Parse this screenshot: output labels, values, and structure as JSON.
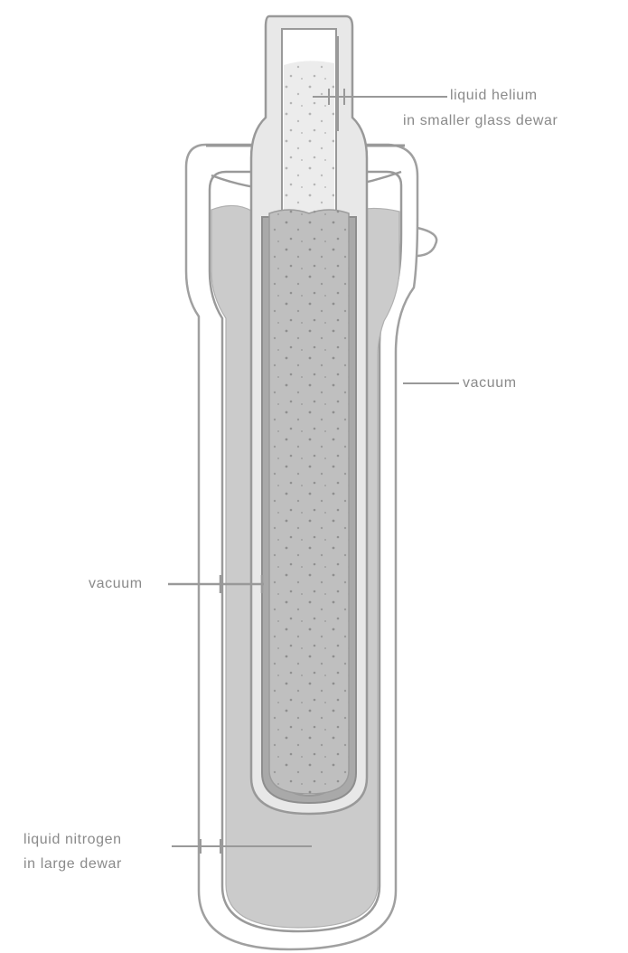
{
  "labels": {
    "liquid_helium": [
      "liquid helium",
      "in smaller glass dewar"
    ],
    "vacuum_outer": "vacuum",
    "vacuum_inner": "vacuum",
    "liquid_nitrogen": [
      "liquid nitrogen",
      "in large dewar"
    ]
  },
  "colors": {
    "background": "#ffffff",
    "glass_wall": "#9a9a9a",
    "nitrogen_fill": "#c9c9c9",
    "helium_fill": "#bdbdbd",
    "label_text": "#8a8a8a",
    "leader_line": "#999999"
  }
}
